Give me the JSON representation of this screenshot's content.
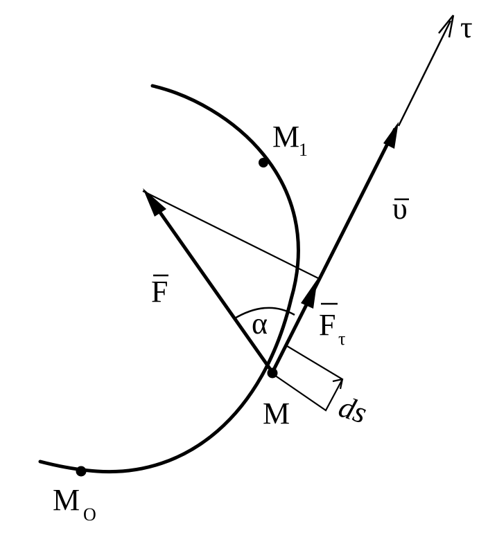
{
  "colors": {
    "ink": "#000000",
    "background": "#ffffff"
  },
  "labels": {
    "tau": "τ",
    "M1_main": "M",
    "M1_sub": "1",
    "upsilon": "υ",
    "F": "F",
    "alpha": "α",
    "Ftau_main": "F",
    "Ftau_sub": "τ",
    "M": "M",
    "ds": "ds",
    "M0_main": "M",
    "M0_sub": "O"
  }
}
